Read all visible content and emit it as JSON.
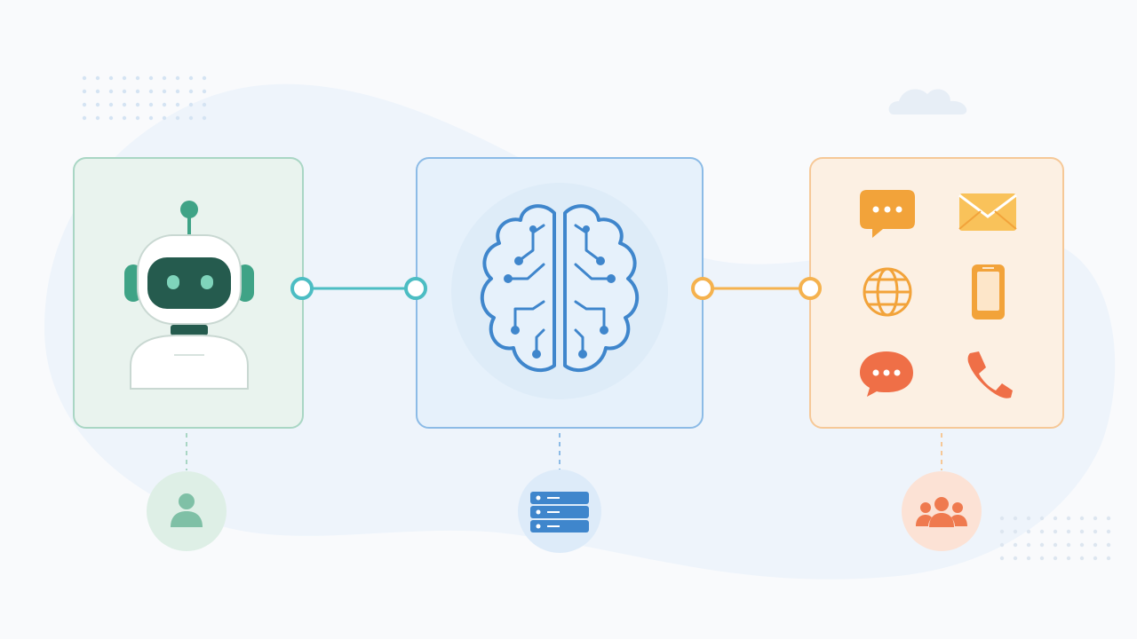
{
  "colors": {
    "background": "#f9fafc",
    "blob": "#eef4fb",
    "agent_accent": "#3fa386",
    "agent_dark": "#255b4e",
    "agent_card_fill": "#e9f3ee",
    "agent_card_border": "#a9d6c4",
    "ai_accent": "#3f86cc",
    "ai_card_fill": "#e6f1fb",
    "ai_card_border": "#8cbbe6",
    "channel_accent": "#f2a33a",
    "channel_red": "#ef6f47",
    "channel_card_fill": "#fcf0e3",
    "channel_card_border": "#f6c897",
    "connector_teal": "#4cbdc3",
    "connector_orange": "#f5b24e"
  },
  "nodes": [
    {
      "id": "agent",
      "icon": "robot-icon",
      "sub_icon": "user-icon"
    },
    {
      "id": "ai",
      "icon": "brain-circuit-icon",
      "sub_icon": "server-icon"
    },
    {
      "id": "channels",
      "icon_grid": [
        "chat-bubble-icon",
        "envelope-icon",
        "globe-icon",
        "smartphone-icon",
        "chat-bubble-red-icon",
        "phone-icon"
      ],
      "sub_icon": "users-group-icon"
    }
  ]
}
